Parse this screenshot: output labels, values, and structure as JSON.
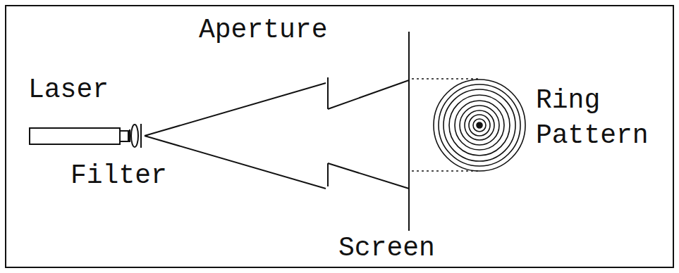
{
  "diagram": {
    "labels": [
      "Aperture",
      "Laser",
      "Ring Pattern",
      "Filter",
      "Screen"
    ]
  }
}
